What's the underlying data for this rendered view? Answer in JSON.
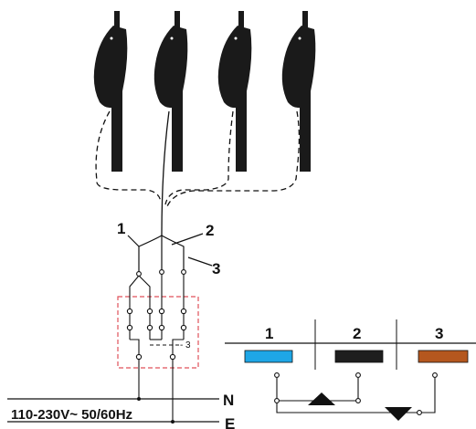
{
  "colors": {
    "motor": "#1a1a1a",
    "line": "#111111",
    "enclosure": "#e0525a",
    "wire_blue": "#1ea6e6",
    "wire_black": "#1e1e1e",
    "wire_brown": "#b5571e"
  },
  "callouts": [
    "1",
    "2",
    "3"
  ],
  "switch_tag": "3",
  "supply_label": "110-230V~ 50/60Hz",
  "terminals": {
    "neutral": "N",
    "earth": "E"
  },
  "legend": {
    "columns": [
      {
        "number": "1",
        "color_name": "blue"
      },
      {
        "number": "2",
        "color_name": "black"
      },
      {
        "number": "3",
        "color_name": "brown"
      }
    ],
    "symbols": {
      "up": "up-arrow-icon",
      "down": "down-arrow-icon"
    }
  },
  "motor_icon": "tubular-motor-icon",
  "motor_count": 4
}
